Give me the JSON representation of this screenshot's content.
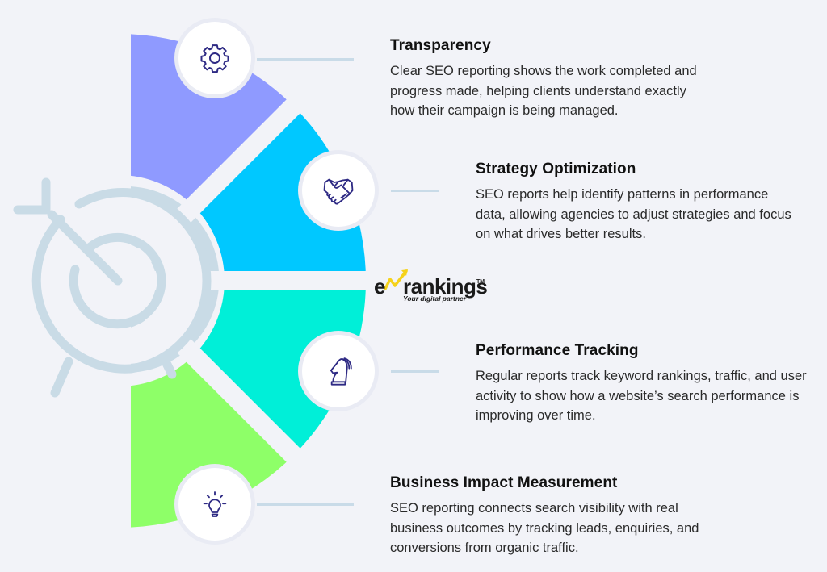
{
  "colors": {
    "background": "#f2f3f8",
    "segment_transparency": "#8f9aff",
    "segment_strategy": "#00c8ff",
    "segment_performance": "#00efd8",
    "segment_business": "#8eff68",
    "icon_stroke": "#2e2a84",
    "target_stroke": "#c9dbe6",
    "connector": "#c9dbe8",
    "logo_accent": "#f5d21b"
  },
  "logo": {
    "brand_prefix": "e",
    "brand_name": "rankings",
    "trademark": "TM",
    "tagline": "Your digital partner"
  },
  "items": [
    {
      "icon": "gear-icon",
      "title": "Transparency",
      "description": "Clear SEO reporting shows the work completed and progress made, helping clients understand exactly how their campaign is being managed."
    },
    {
      "icon": "handshake-icon",
      "title": "Strategy Optimization",
      "description": "SEO reports help identify patterns in performance data, allowing agencies to adjust strategies and focus on what drives better results."
    },
    {
      "icon": "chess-knight-icon",
      "title": "Performance Tracking",
      "description": "Regular reports track keyword rankings, traffic, and user activity to show how a website’s search performance is improving over time."
    },
    {
      "icon": "lightbulb-icon",
      "title": "Business Impact Measurement",
      "description": "SEO reporting connects search visibility with real business outcomes by tracking leads, enquiries, and conversions from organic traffic."
    }
  ]
}
